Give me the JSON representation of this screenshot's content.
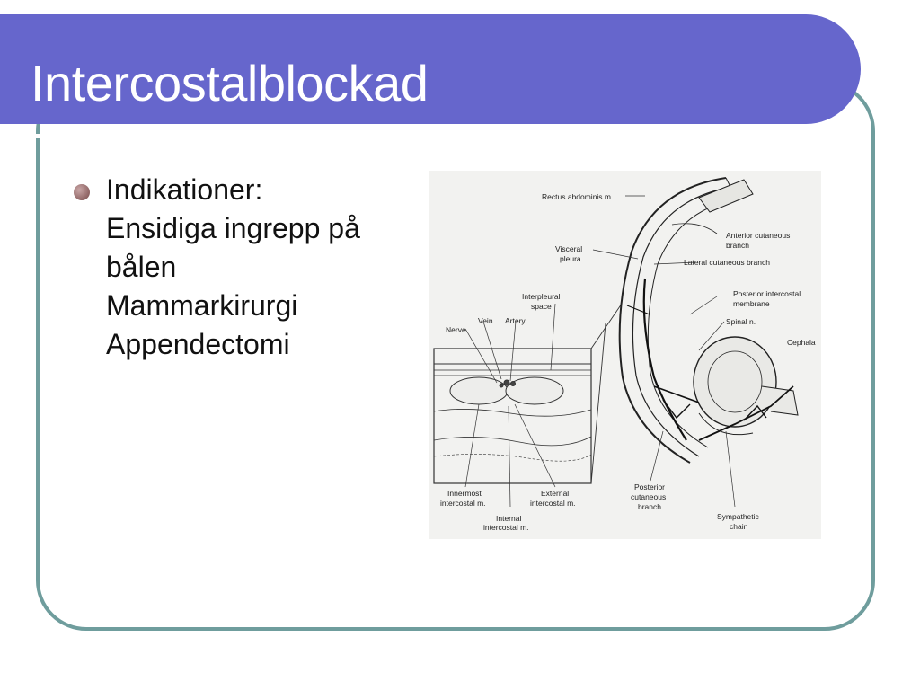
{
  "slide": {
    "title": "Intercostalblockad",
    "bullet_lines": [
      "Indikationer:",
      "Ensidiga ingrepp på",
      "bålen",
      "Mammarkirurgi",
      "Appendectomi"
    ]
  },
  "figure": {
    "labels": {
      "rectus": "Rectus abdominis m.",
      "ant_cut_1": "Anterior cutaneous",
      "ant_cut_2": "branch",
      "visceral_1": "Visceral",
      "visceral_2": "pleura",
      "lat_cut": "Lateral cutaneous branch",
      "interpleural_1": "Interpleural",
      "interpleural_2": "space",
      "post_memb_1": "Posterior intercostal",
      "post_memb_2": "membrane",
      "vein": "Vein",
      "artery": "Artery",
      "nerve": "Nerve",
      "spinal": "Spinal n.",
      "cephala": "Cephala",
      "innermost_1": "Innermost",
      "innermost_2": "intercostal m.",
      "external_1": "External",
      "external_2": "intercostal m.",
      "internal_1": "Internal",
      "internal_2": "intercostal m.",
      "post_cut_1": "Posterior",
      "post_cut_2": "cutaneous",
      "post_cut_3": "branch",
      "symp_1": "Sympathetic",
      "symp_2": "chain"
    }
  },
  "colors": {
    "title_bar": "#6666cc",
    "frame_border": "#6f9d9d",
    "bullet": "#8f6464",
    "figure_bg": "#f2f2f0"
  }
}
